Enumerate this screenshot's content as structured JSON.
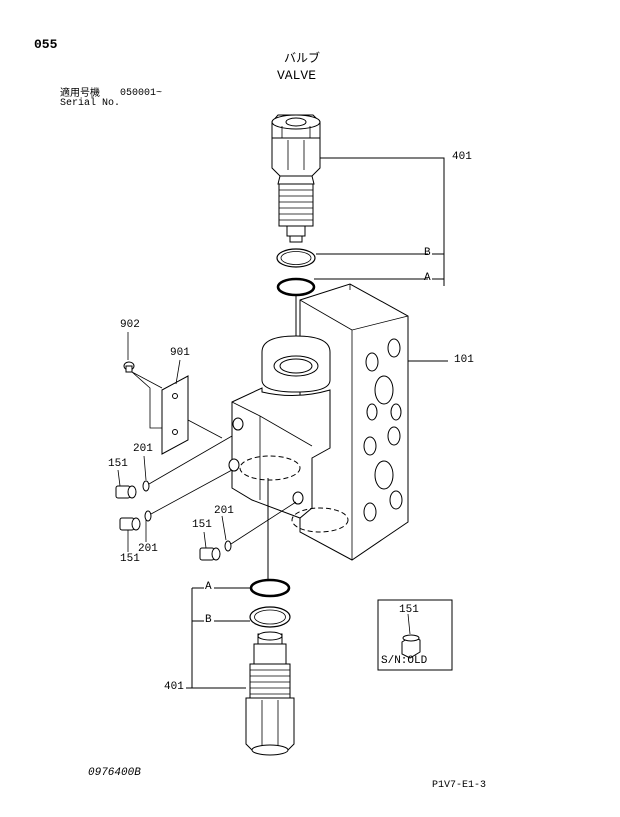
{
  "header": {
    "page_number": "055",
    "title_jp": "バルブ",
    "title_en": "VALVE",
    "applicable_label_jp": "適用号機",
    "serial_range": "050001~",
    "serial_label": "Serial No."
  },
  "callouts": {
    "p401_top": "401",
    "p401_bottom": "401",
    "p101": "101",
    "p902": "902",
    "p901": "901",
    "p201_a": "201",
    "p201_b": "201",
    "p201_c": "201",
    "p151_a": "151",
    "p151_b": "151",
    "p151_c": "151",
    "inset_151": "151",
    "ref_A_top": "A",
    "ref_B_top": "B",
    "ref_A_bottom": "A",
    "ref_B_bottom": "B"
  },
  "inset": {
    "caption": "S/N:OLD"
  },
  "footer": {
    "drawing_number": "0976400B",
    "sheet_code": "P1V7-E1-3"
  }
}
